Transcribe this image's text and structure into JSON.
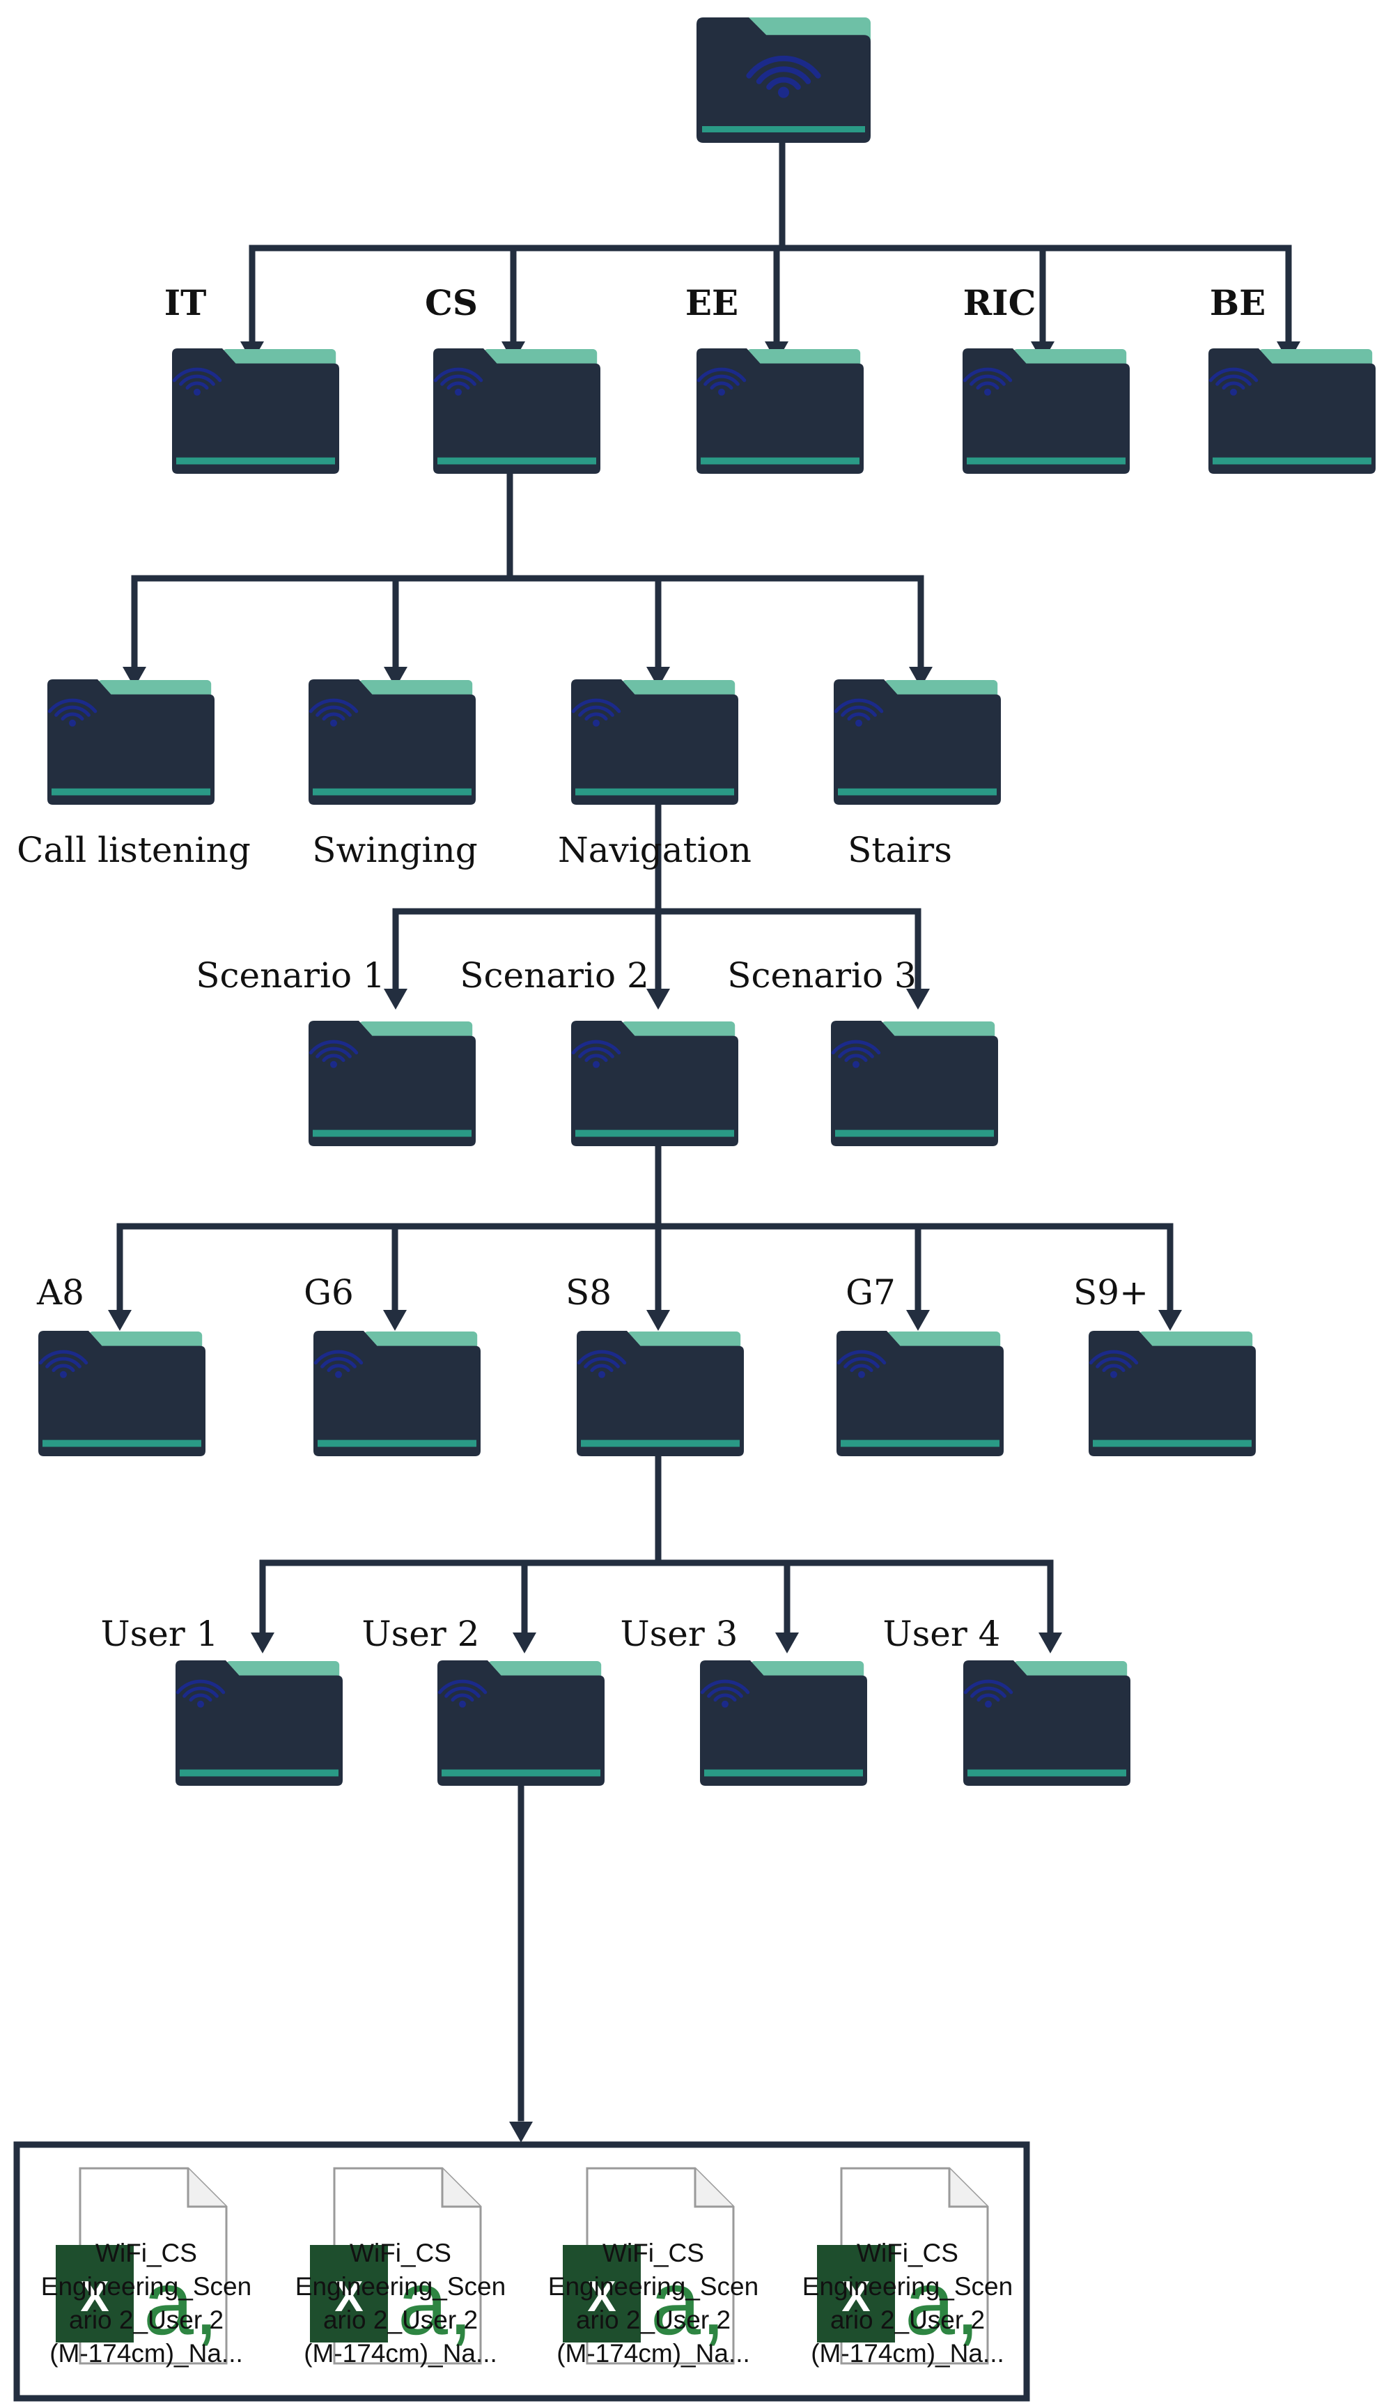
{
  "colors": {
    "folder": "#232e3f",
    "tab": "#6ec0a6",
    "stripe": "#2a9a86",
    "connector": "#232e3f",
    "excel": "#1e4e2d",
    "sheet": "#2e8542"
  },
  "icons": {
    "folder": "wifi-folder-icon",
    "file": "excel-file-icon"
  },
  "root": {
    "name": "root-folder"
  },
  "departments": [
    "IT",
    "CS",
    "EE",
    "RIC",
    "BE"
  ],
  "activities": [
    "Call listening",
    "Swinging",
    "Navigation",
    "Stairs"
  ],
  "scenarios": [
    "Scenario 1",
    "Scenario 2",
    "Scenario 3"
  ],
  "devices": [
    "A8",
    "G6",
    "S8",
    "G7",
    "S9+"
  ],
  "users": [
    "User 1",
    "User 2",
    "User 3",
    "User 4"
  ],
  "files": [
    [
      "WiFi_CS",
      "Engineering_Scen",
      "ario 2_User 2",
      "(M-174cm)_Na..."
    ],
    [
      "WiFi_CS",
      "Engineering_Scen",
      "ario 2_User 2",
      "(M-174cm)_Na..."
    ],
    [
      "WiFi_CS",
      "Engineering_Scen",
      "ario 2_User 2",
      "(M-174cm)_Na..."
    ],
    [
      "WiFi_CS",
      "Engineering_Scen",
      "ario 2_User 2",
      "(M-174cm)_Na..."
    ]
  ]
}
